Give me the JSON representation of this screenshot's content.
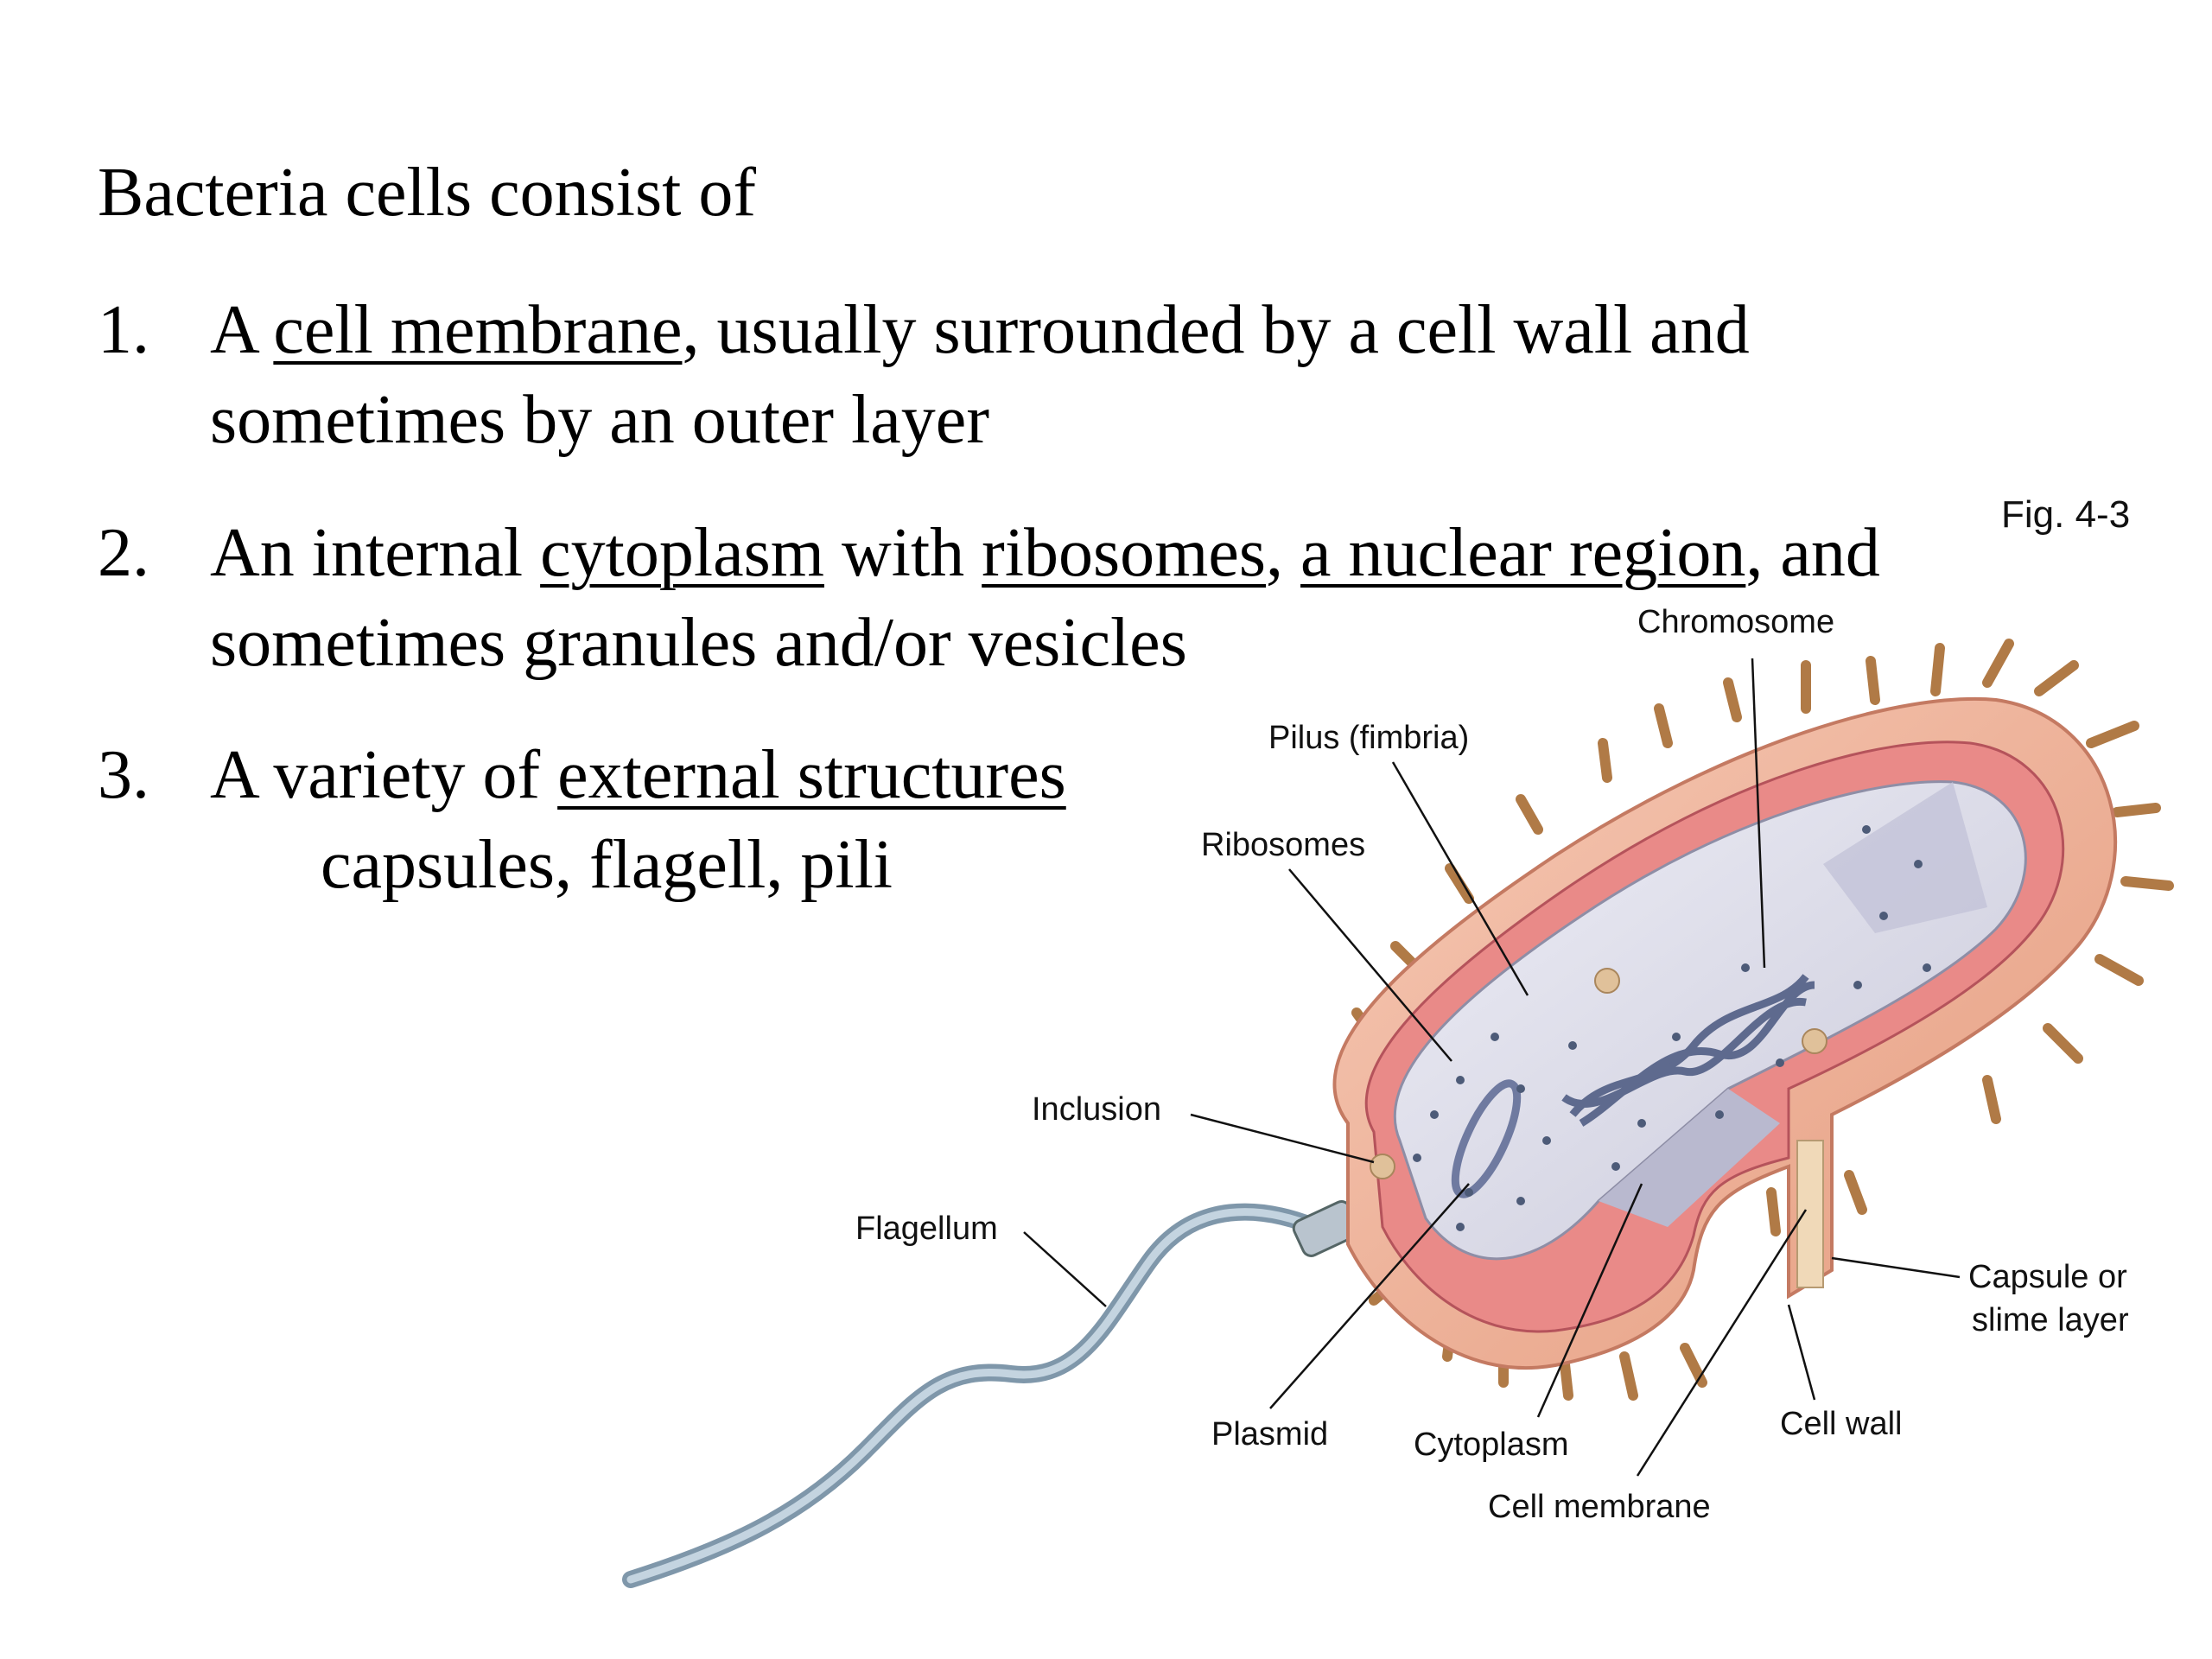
{
  "slide": {
    "heading": "Bacteria cells consist of",
    "items": [
      {
        "num": "1.",
        "line1": {
          "pre": "A ",
          "u1": "cell membrane",
          "post": ", usually surrounded by a cell wall and"
        },
        "line2": "sometimes by an outer layer"
      },
      {
        "num": "2.",
        "line1": {
          "pre": "An internal ",
          "u1": "cytoplasm",
          "mid1": " with ",
          "u2": "ribosomes",
          "mid2": ", ",
          "u3": "a nuclear region",
          "post": ", and"
        },
        "line2": "sometimes granules and/or vesicles"
      },
      {
        "num": "3.",
        "line1": {
          "pre": "A variety of ",
          "u1": "external structures"
        },
        "line2": "capsules, flagell, pili"
      }
    ]
  },
  "figure": {
    "caption": "Fig. 4-3",
    "labels": {
      "chromosome": "Chromosome",
      "pilus": "Pilus (fimbria)",
      "ribosomes": "Ribosomes",
      "inclusion": "Inclusion",
      "flagellum": "Flagellum",
      "plasmid": "Plasmid",
      "cytoplasm": "Cytoplasm",
      "cell_membrane": "Cell membrane",
      "cell_wall": "Cell wall",
      "capsule_line1": "Capsule or",
      "capsule_line2": "slime layer"
    }
  },
  "colors": {
    "capsule": "#f2b7a0",
    "cell_wall": "#e98a88",
    "cytoplasm": "#d9d9e6",
    "flagellum": "#9fb4c4",
    "pili": "#c9905a"
  }
}
